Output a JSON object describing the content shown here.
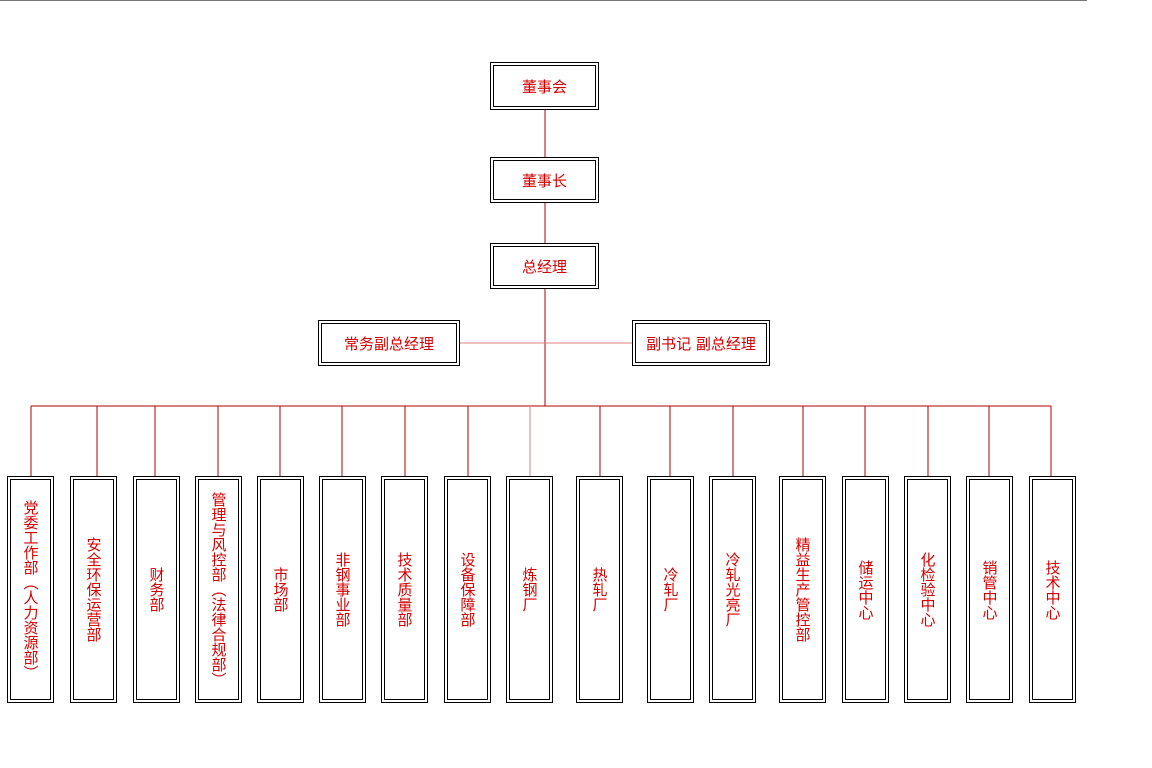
{
  "org_chart": {
    "board": "董事会",
    "chairman": "董事长",
    "general_manager": "总经理",
    "executive_vp": "常务副总经理",
    "deputy_secretary_vp": "副书记  副总经理",
    "departments": [
      "党委工作部（人力资源部）",
      "安全环保运营部",
      "财务部",
      "管理与风控部（法律合规部）",
      "市场部",
      "非钢事业部",
      "技术质量部",
      "设备保障部",
      "炼钢厂",
      "热轧厂",
      "冷轧厂",
      "冷轧光亮厂",
      "精益生产管控部",
      "储运中心",
      "化检验中心",
      "销管中心",
      "技术中心"
    ]
  },
  "colors": {
    "text": "#d40000",
    "connector": "#b00000",
    "box_border": "#000000"
  }
}
